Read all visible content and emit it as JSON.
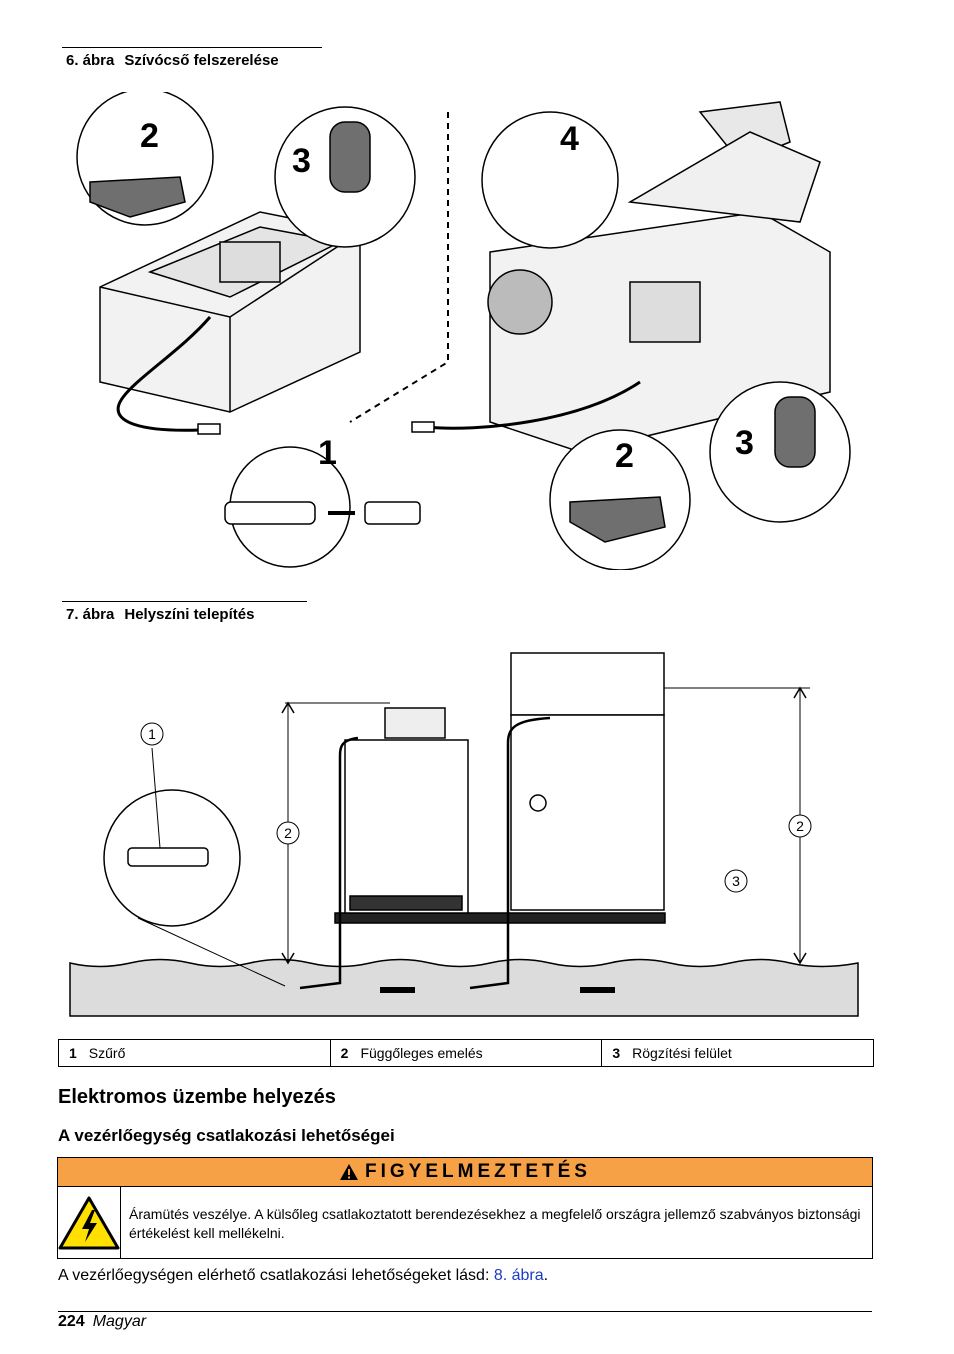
{
  "figure6": {
    "number": "6. ábra",
    "title": "Szívócső felszerelése",
    "callouts": [
      "2",
      "3",
      "4",
      "1",
      "2",
      "3"
    ]
  },
  "figure7": {
    "number": "7. ábra",
    "title": "Helyszíni telepítés",
    "callouts": [
      "1",
      "2",
      "2",
      "3"
    ]
  },
  "legend": [
    {
      "num": "1",
      "label": "Szűrő"
    },
    {
      "num": "2",
      "label": "Függőleges emelés"
    },
    {
      "num": "3",
      "label": "Rögzítési felület"
    }
  ],
  "section_title": "Elektromos üzembe helyezés",
  "subsection_title": "A vezérlőegység csatlakozási lehetőségei",
  "warning": {
    "heading": "FIGYELMEZTETÉS",
    "text": "Áramütés veszélye. A külsőleg csatlakoztatott berendezésekhez a megfelelő országra jellemző szabványos biztonsági értékelést kell mellékelni.",
    "icon": "electric-shock-warning-icon"
  },
  "body_text": {
    "before": "A vezérlőegységen elérhető csatlakozási lehetőségeket lásd: ",
    "link": "8. ábra",
    "after": "."
  },
  "footer": {
    "page": "224",
    "language": "Magyar"
  },
  "colors": {
    "warning_header": "#f7a146",
    "link": "#1a3cc8"
  }
}
